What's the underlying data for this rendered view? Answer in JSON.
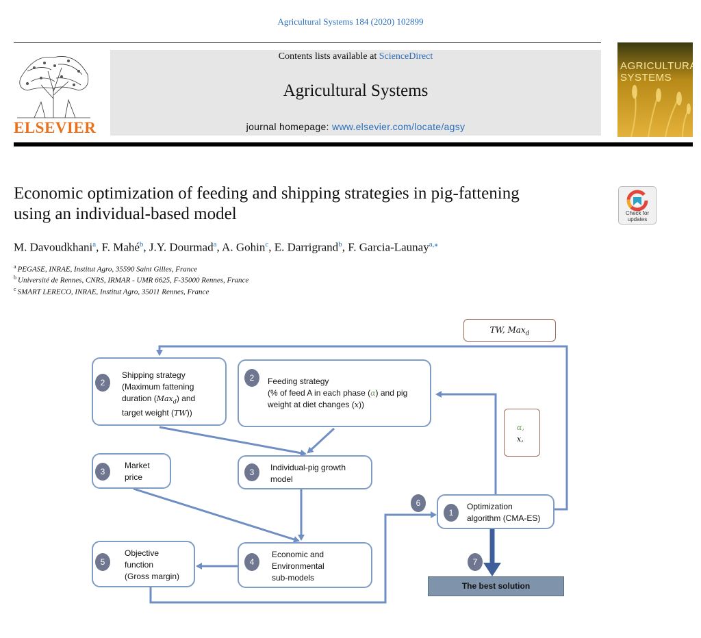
{
  "header": {
    "citation": "Agricultural Systems 184 (2020) 102899",
    "contents_prefix": "Contents lists available at ",
    "contents_link": "ScienceDirect",
    "journal_name": "Agricultural Systems",
    "homepage_prefix": "journal homepage: ",
    "homepage_link": "www.elsevier.com/locate/agsy",
    "publisher_logo_text": "ELSEVIER",
    "cover_title_line1": "AGRICULTURAL",
    "cover_title_line2": "SYSTEMS"
  },
  "article": {
    "title_line1": "Economic optimization of feeding and shipping strategies in pig-fattening",
    "title_line2": "using an individual-based model",
    "check_updates_line1": "Check for",
    "check_updates_line2": "updates",
    "authors": [
      {
        "name": "M. Davoudkhani",
        "sup": "a"
      },
      {
        "name": "F. Mahé",
        "sup": "b"
      },
      {
        "name": "J.Y. Dourmad",
        "sup": "a"
      },
      {
        "name": "A. Gohin",
        "sup": "c"
      },
      {
        "name": "E. Darrigrand",
        "sup": "b"
      },
      {
        "name": "F. Garcia-Launay",
        "sup": "a,⁎"
      }
    ],
    "affiliations": [
      {
        "sup": "a",
        "text": "PEGASE, INRAE, Institut Agro, 35590 Saint Gilles, France"
      },
      {
        "sup": "b",
        "text": "Université de Rennes, CNRS, IRMAR - UMR 6625, F-35000 Rennes, France"
      },
      {
        "sup": "c",
        "text": "SMART LERECO, INRAE, Institut Agro, 35011 Rennes, France"
      }
    ]
  },
  "diagram": {
    "tw_max_label_a": "TW",
    "tw_max_label_b": ", Max",
    "tw_max_label_sub": "d",
    "alpha_x_line1": "α,",
    "alpha_x_line2": "x,",
    "shipping": {
      "num": "2",
      "l1": "Shipping strategy",
      "l2": "(Maximum fattening",
      "l3a": "duration (",
      "l3m": "Max",
      "l3s": "d",
      "l3b": ") and",
      "l4a": "target weight (",
      "l4m": "TW",
      "l4b": "))"
    },
    "feeding": {
      "num": "2",
      "l1": "Feeding strategy",
      "l2a": "(% of feed A in each phase (",
      "l2m": "α",
      "l2b": ") and pig",
      "l3a": "weight at diet changes (",
      "l3m": "x",
      "l3b": "))"
    },
    "market": {
      "num": "3",
      "l1": "Market",
      "l2": "price"
    },
    "growth": {
      "num": "3",
      "l1": "Individual-pig growth",
      "l2": "model"
    },
    "optimization": {
      "num": "1",
      "l1": "Optimization",
      "l2": "algorithm (CMA-ES)"
    },
    "objective": {
      "num": "5",
      "l1": "Objective",
      "l2": "function",
      "l3": "(Gross margin)"
    },
    "economic": {
      "num": "4",
      "l1": "Economic and",
      "l2": "Environmental",
      "l3": "sub-models"
    },
    "step6": "6",
    "step7": "7",
    "best_solution": "The best solution",
    "colors": {
      "box_border": "#7f9cc4",
      "arrow": "#6f8fc4",
      "badge": "#6f7790",
      "best_fill": "#7f94aa"
    }
  }
}
